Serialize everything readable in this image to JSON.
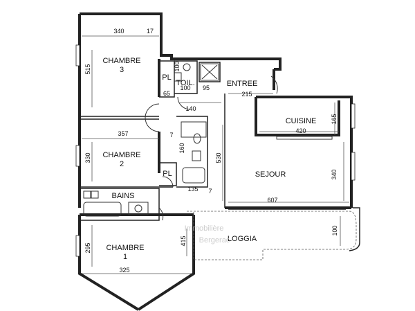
{
  "rooms": {
    "chambre3": {
      "line1": "CHAMBRE",
      "line2": "3"
    },
    "chambre2": {
      "line1": "CHAMBRE",
      "line2": "2"
    },
    "chambre1": {
      "line1": "CHAMBRE",
      "line2": "1"
    },
    "toilet": "TOIL.",
    "pl_top": "PL",
    "pl_mid": "PL",
    "entree": "ENTREE",
    "cuisine": "CUISINE",
    "sejour": "SEJOUR",
    "bains": "BAINS",
    "loggia": "LOGGIA"
  },
  "dimensions": {
    "c3_width": "340",
    "c3_extra": "17",
    "c3_height": "515",
    "pl_width": "65",
    "toil_width": "95",
    "toil_height": "100",
    "toil_sub": "100",
    "entree_width": "215",
    "corridor": "140",
    "c2_width": "357",
    "c2_height": "330",
    "seven_a": "7",
    "seven_b": "7",
    "bath_height": "160",
    "bath_width": "135",
    "sejour_height": "530",
    "cuisine_width": "420",
    "cuisine_height": "165",
    "sejour_width": "340",
    "sejour_length": "607",
    "loggia_height": "100",
    "c1_height": "295",
    "c1_side": "415",
    "c1_width": "325"
  },
  "watermark": {
    "line1": "Immobilière",
    "line2": "Bergerac"
  }
}
